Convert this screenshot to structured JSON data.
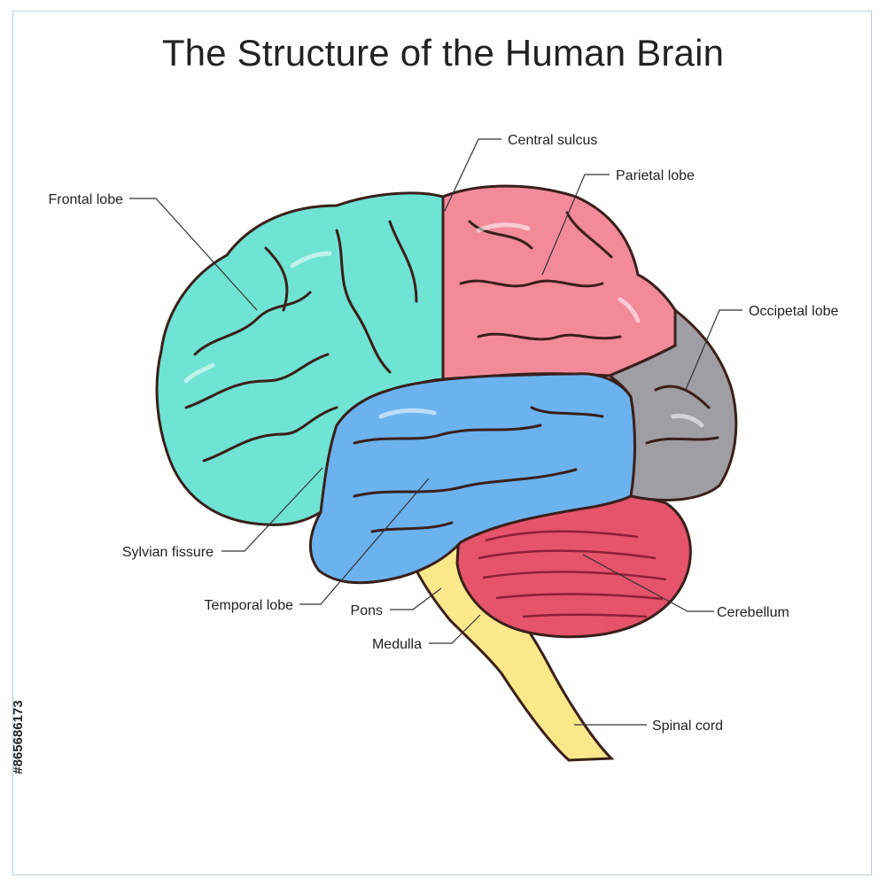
{
  "title": "The Structure of the Human Brain",
  "stock_id": "#865686173",
  "labels": {
    "central_sulcus": "Central sulcus",
    "parietal_lobe": "Parietal lobe",
    "frontal_lobe": "Frontal lobe",
    "occipetal_lobe": "Occipetal lobe",
    "sylvian_fissure": "Sylvian fissure",
    "temporal_lobe": "Temporal lobe",
    "pons": "Pons",
    "medulla": "Medulla",
    "cerebellum": "Cerebellum",
    "spinal_cord": "Spinal cord"
  },
  "colors": {
    "frontal": "#6fe3d4",
    "parietal": "#f28a9a",
    "occipital": "#9e9ea3",
    "temporal": "#6bb2ef",
    "cerebellum": "#e5546a",
    "brainstem": "#fae88a",
    "outline": "#3a1f1a"
  }
}
